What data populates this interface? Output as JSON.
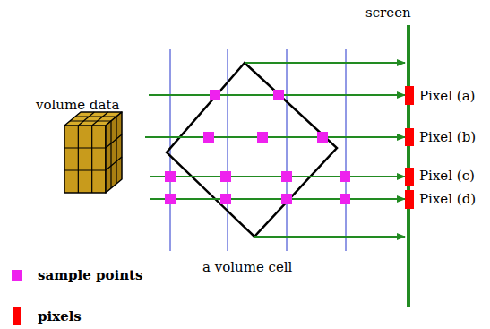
{
  "diagram": {
    "labels": [
      "screen",
      "volume data",
      "Pixel (a)",
      "Pixel (b)",
      "Pixel (c)",
      "Pixel (d)",
      "a volume cell"
    ],
    "legend": [
      {
        "text": "sample points",
        "color": "#ee22ee"
      },
      {
        "text": "pixels",
        "color": "#ff0000"
      }
    ]
  }
}
